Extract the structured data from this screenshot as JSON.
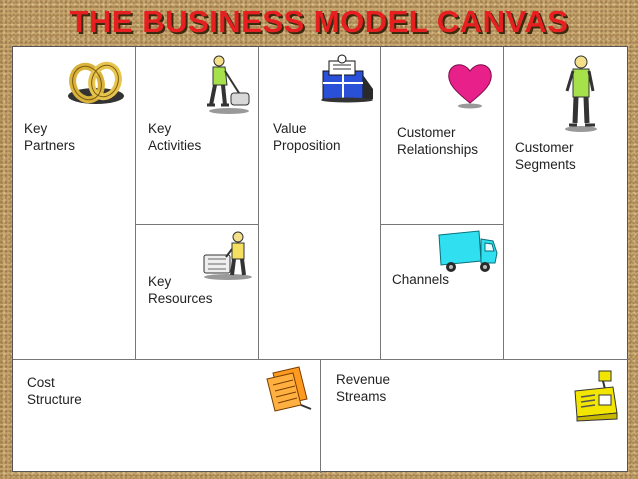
{
  "title": "THE BUSINESS MODEL CANVAS",
  "blocks": {
    "key_partners": "Key\nPartners",
    "key_activities": "Key\nActivities",
    "key_resources": "Key\nResources",
    "value_proposition": "Value\nProposition",
    "customer_relationships": "Customer\nRelationships",
    "channels": "Channels",
    "customer_segments": "Customer\nSegments",
    "cost_structure": "Cost\nStructure",
    "revenue_streams": "Revenue\nStreams"
  },
  "icons": {
    "key_partners": "interlocking-rings-icon",
    "key_activities": "person-vacuuming-icon",
    "key_resources": "person-with-machine-icon",
    "value_proposition": "gift-box-icon",
    "customer_relationships": "heart-icon",
    "channels": "delivery-truck-icon",
    "customer_segments": "standing-person-icon",
    "cost_structure": "receipts-icon",
    "revenue_streams": "cash-register-icon"
  },
  "colors": {
    "title": "#e62020",
    "frame": "#c8a66e",
    "heart": "#e8208a",
    "truck": "#30e0f0",
    "register": "#f2e600"
  }
}
